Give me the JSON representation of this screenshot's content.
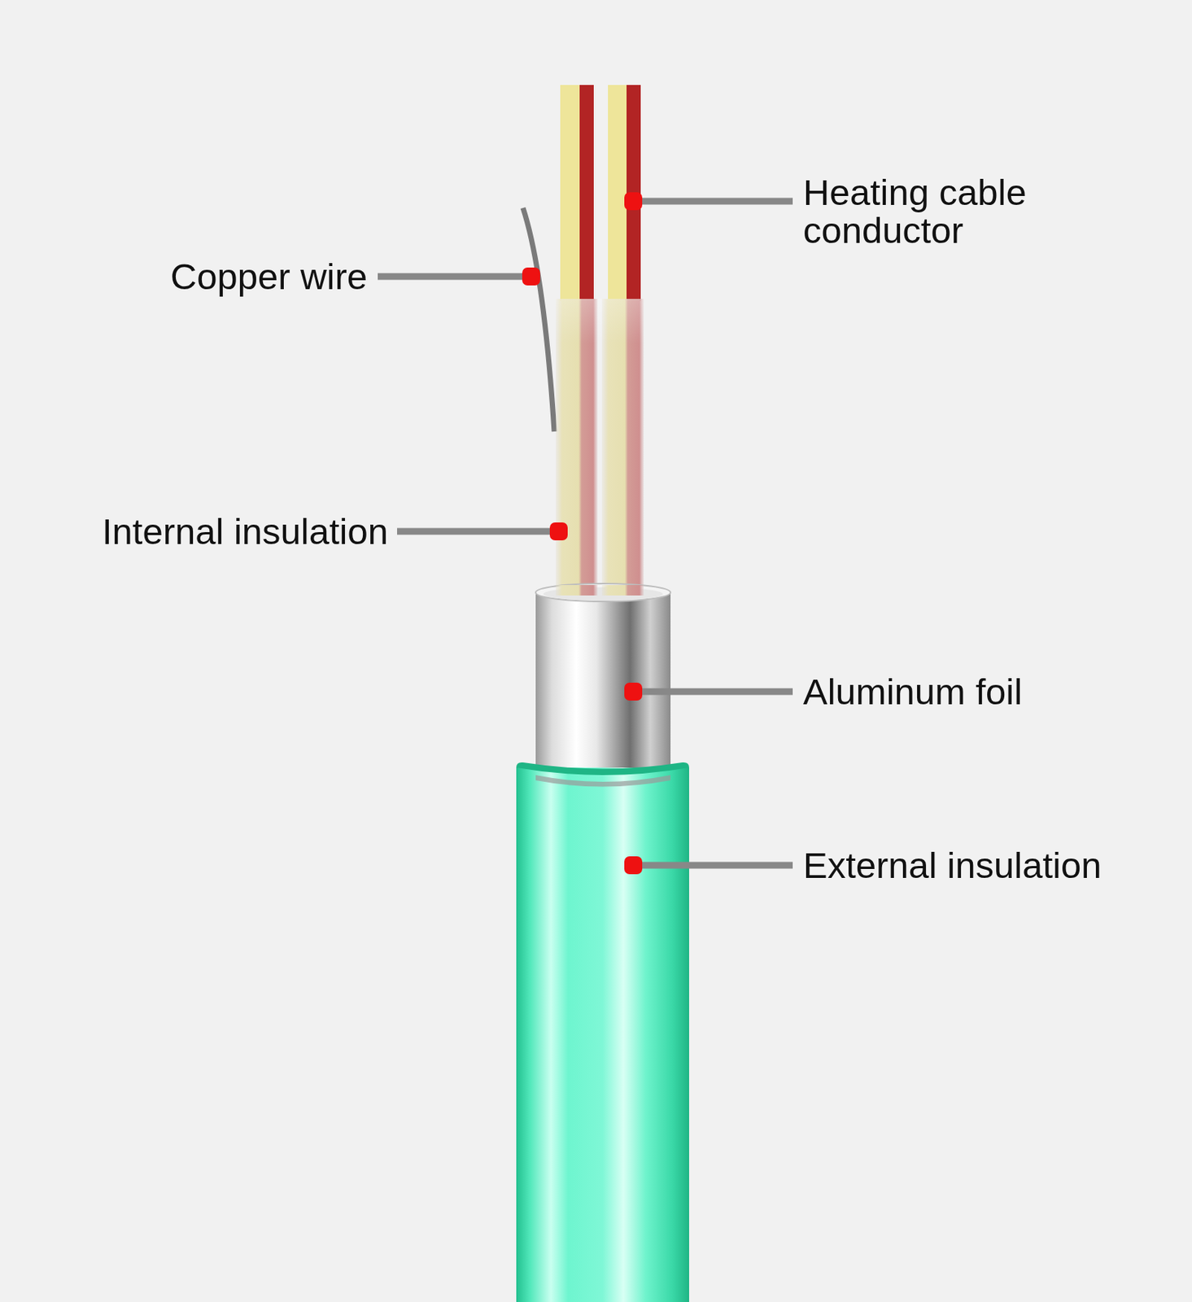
{
  "diagram": {
    "labels": [
      "Heating cable conductor",
      "Copper wire",
      "Internal insulation",
      "Aluminum foil",
      "External insulation"
    ]
  }
}
